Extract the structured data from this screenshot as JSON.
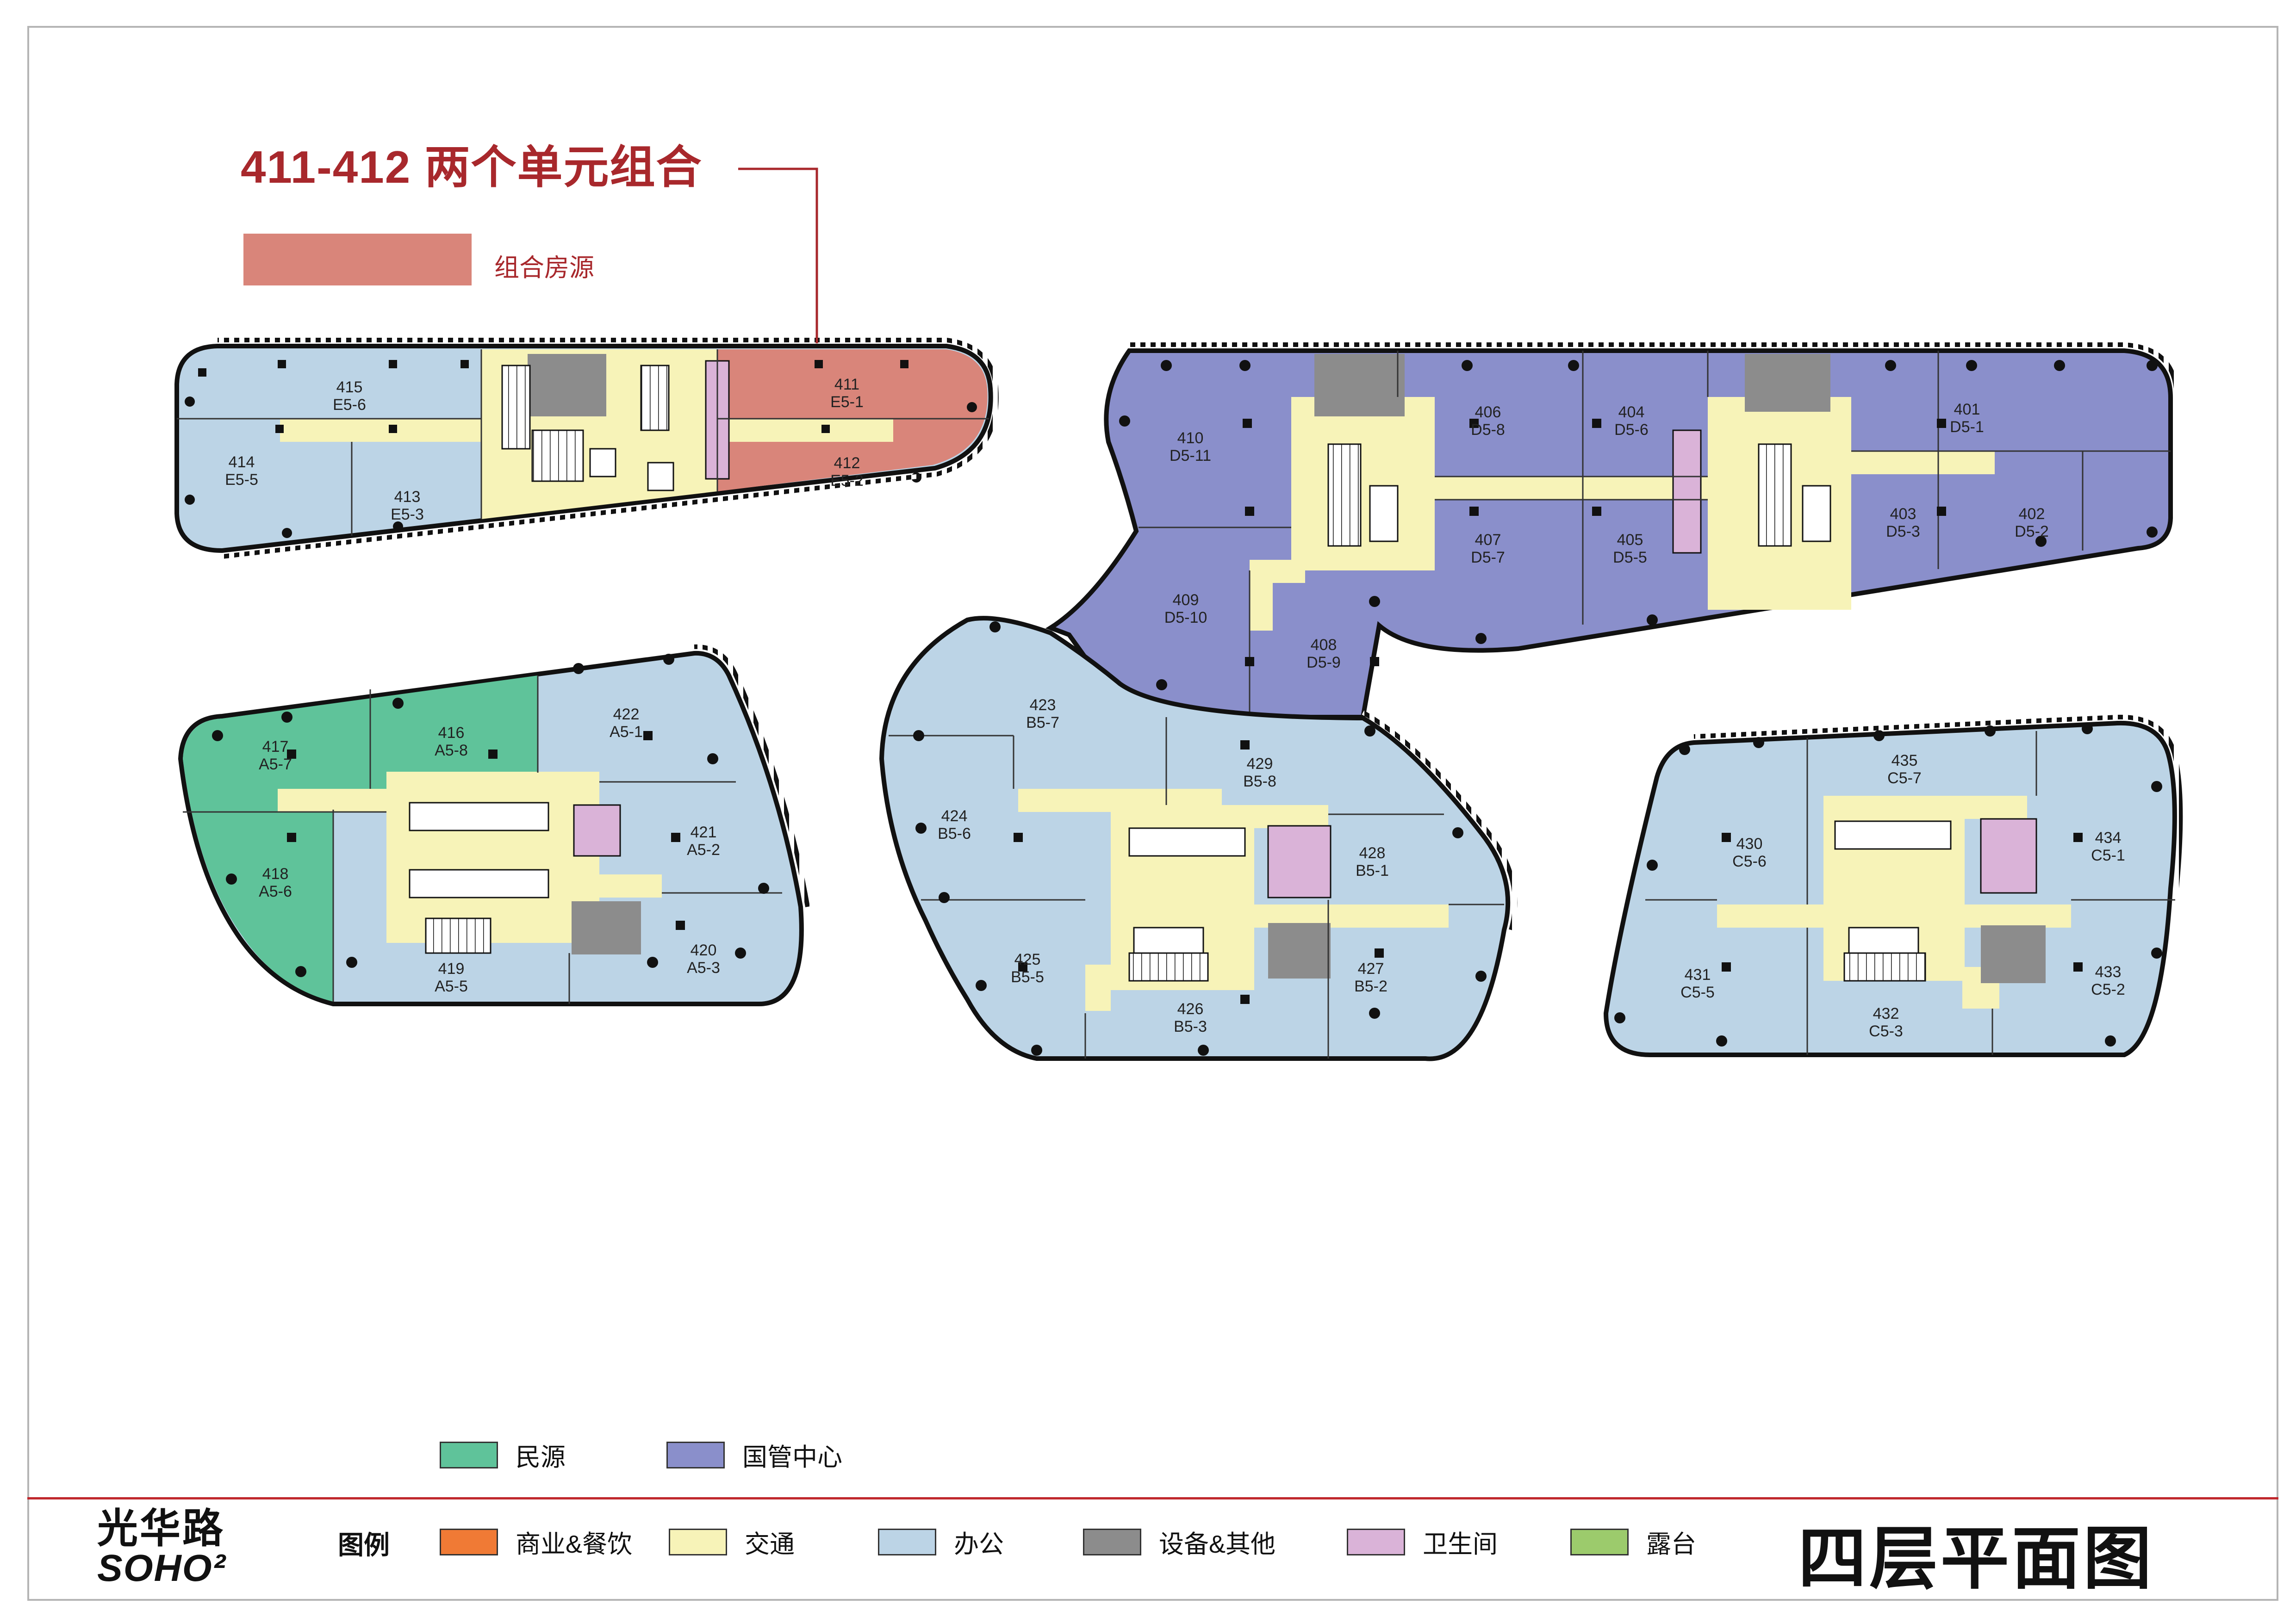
{
  "header": {
    "headline": "411-412 两个单元组合",
    "combo_legend": "组合房源"
  },
  "units": [
    {
      "no": "415",
      "code": "E5-6"
    },
    {
      "no": "414",
      "code": "E5-5"
    },
    {
      "no": "413",
      "code": "E5-3"
    },
    {
      "no": "411",
      "code": "E5-1"
    },
    {
      "no": "412",
      "code": "E5-2"
    },
    {
      "no": "410",
      "code": "D5-11"
    },
    {
      "no": "406",
      "code": "D5-8"
    },
    {
      "no": "404",
      "code": "D5-6"
    },
    {
      "no": "401",
      "code": "D5-1"
    },
    {
      "no": "407",
      "code": "D5-7"
    },
    {
      "no": "405",
      "code": "D5-5"
    },
    {
      "no": "403",
      "code": "D5-3"
    },
    {
      "no": "402",
      "code": "D5-2"
    },
    {
      "no": "409",
      "code": "D5-10"
    },
    {
      "no": "408",
      "code": "D5-9"
    },
    {
      "no": "417",
      "code": "A5-7"
    },
    {
      "no": "416",
      "code": "A5-8"
    },
    {
      "no": "422",
      "code": "A5-1"
    },
    {
      "no": "418",
      "code": "A5-6"
    },
    {
      "no": "421",
      "code": "A5-2"
    },
    {
      "no": "420",
      "code": "A5-3"
    },
    {
      "no": "419",
      "code": "A5-5"
    },
    {
      "no": "423",
      "code": "B5-7"
    },
    {
      "no": "429",
      "code": "B5-8"
    },
    {
      "no": "424",
      "code": "B5-6"
    },
    {
      "no": "428",
      "code": "B5-1"
    },
    {
      "no": "425",
      "code": "B5-5"
    },
    {
      "no": "427",
      "code": "B5-2"
    },
    {
      "no": "426",
      "code": "B5-3"
    },
    {
      "no": "435",
      "code": "C5-7"
    },
    {
      "no": "430",
      "code": "C5-6"
    },
    {
      "no": "434",
      "code": "C5-1"
    },
    {
      "no": "431",
      "code": "C5-5"
    },
    {
      "no": "433",
      "code": "C5-2"
    },
    {
      "no": "432",
      "code": "C5-3"
    }
  ],
  "tenant_legend": [
    {
      "label": "民源",
      "color": "#5fc39a"
    },
    {
      "label": "国管中心",
      "color": "#8a8fcb"
    }
  ],
  "legend": {
    "title": "图例",
    "items": [
      {
        "label": "商业&餐饮",
        "color": "#f07a35"
      },
      {
        "label": "交通",
        "color": "#f7f3b8"
      },
      {
        "label": "办公",
        "color": "#bcd4e6"
      },
      {
        "label": "设备&其他",
        "color": "#8c8c8c"
      },
      {
        "label": "卫生间",
        "color": "#dab3d8"
      },
      {
        "label": "露台",
        "color": "#9ccb6c"
      }
    ]
  },
  "logo": {
    "line1": "光华路",
    "line2": "SOHO²"
  },
  "floor_title": "四层平面图",
  "colors": {
    "office": "#bcd4e6",
    "minyuan": "#5fc39a",
    "guoguan": "#8a8fcb",
    "combo": "#d9857a",
    "traffic": "#f7f3b8",
    "equipment": "#8c8c8c",
    "restroom": "#dab3d8",
    "accent": "#a8282c"
  }
}
